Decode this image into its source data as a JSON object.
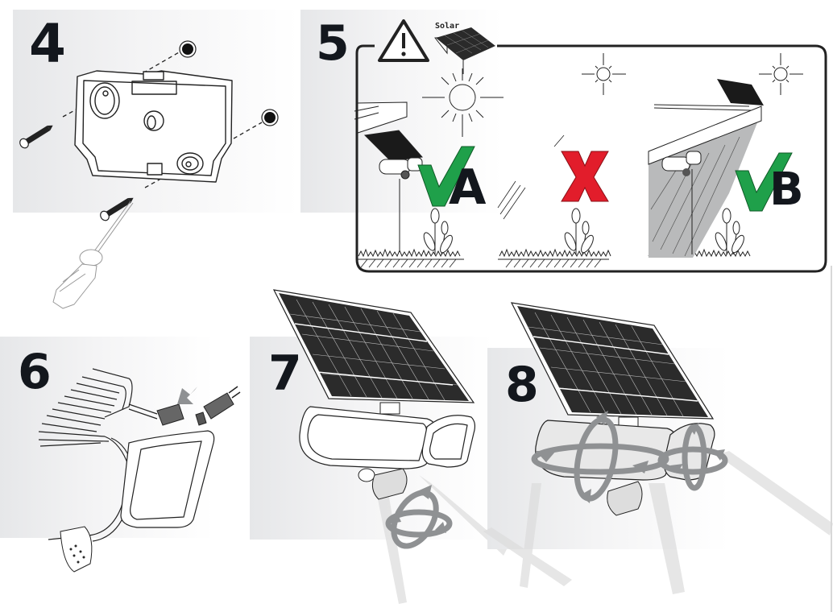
{
  "document": {
    "type": "installation-instructions",
    "product": "solar floodlight with motion sensor",
    "colors": {
      "step_number": "#13171d",
      "check_green": "#1fa04a",
      "cross_red": "#e21d2b",
      "panel_bg": "#e9eaec",
      "arrow_gray": "#8f9193"
    }
  },
  "steps": [
    {
      "number": "4",
      "description": "Mount bracket with screws and wall plugs using screwdriver"
    },
    {
      "number": "5",
      "description": "Solar panel placement",
      "warning_icon": "warning-triangle",
      "solar_label": "Solar",
      "options": [
        {
          "letter": "A",
          "verdict": "correct",
          "mark": "✓"
        },
        {
          "letter": "",
          "verdict": "incorrect",
          "mark": "X"
        },
        {
          "letter": "B",
          "verdict": "correct",
          "mark": "✓"
        }
      ]
    },
    {
      "number": "6",
      "description": "Connect solar panel cable connector"
    },
    {
      "number": "7",
      "description": "Adjust motion sensor rotation"
    },
    {
      "number": "8",
      "description": "Adjust light head rotation"
    }
  ]
}
